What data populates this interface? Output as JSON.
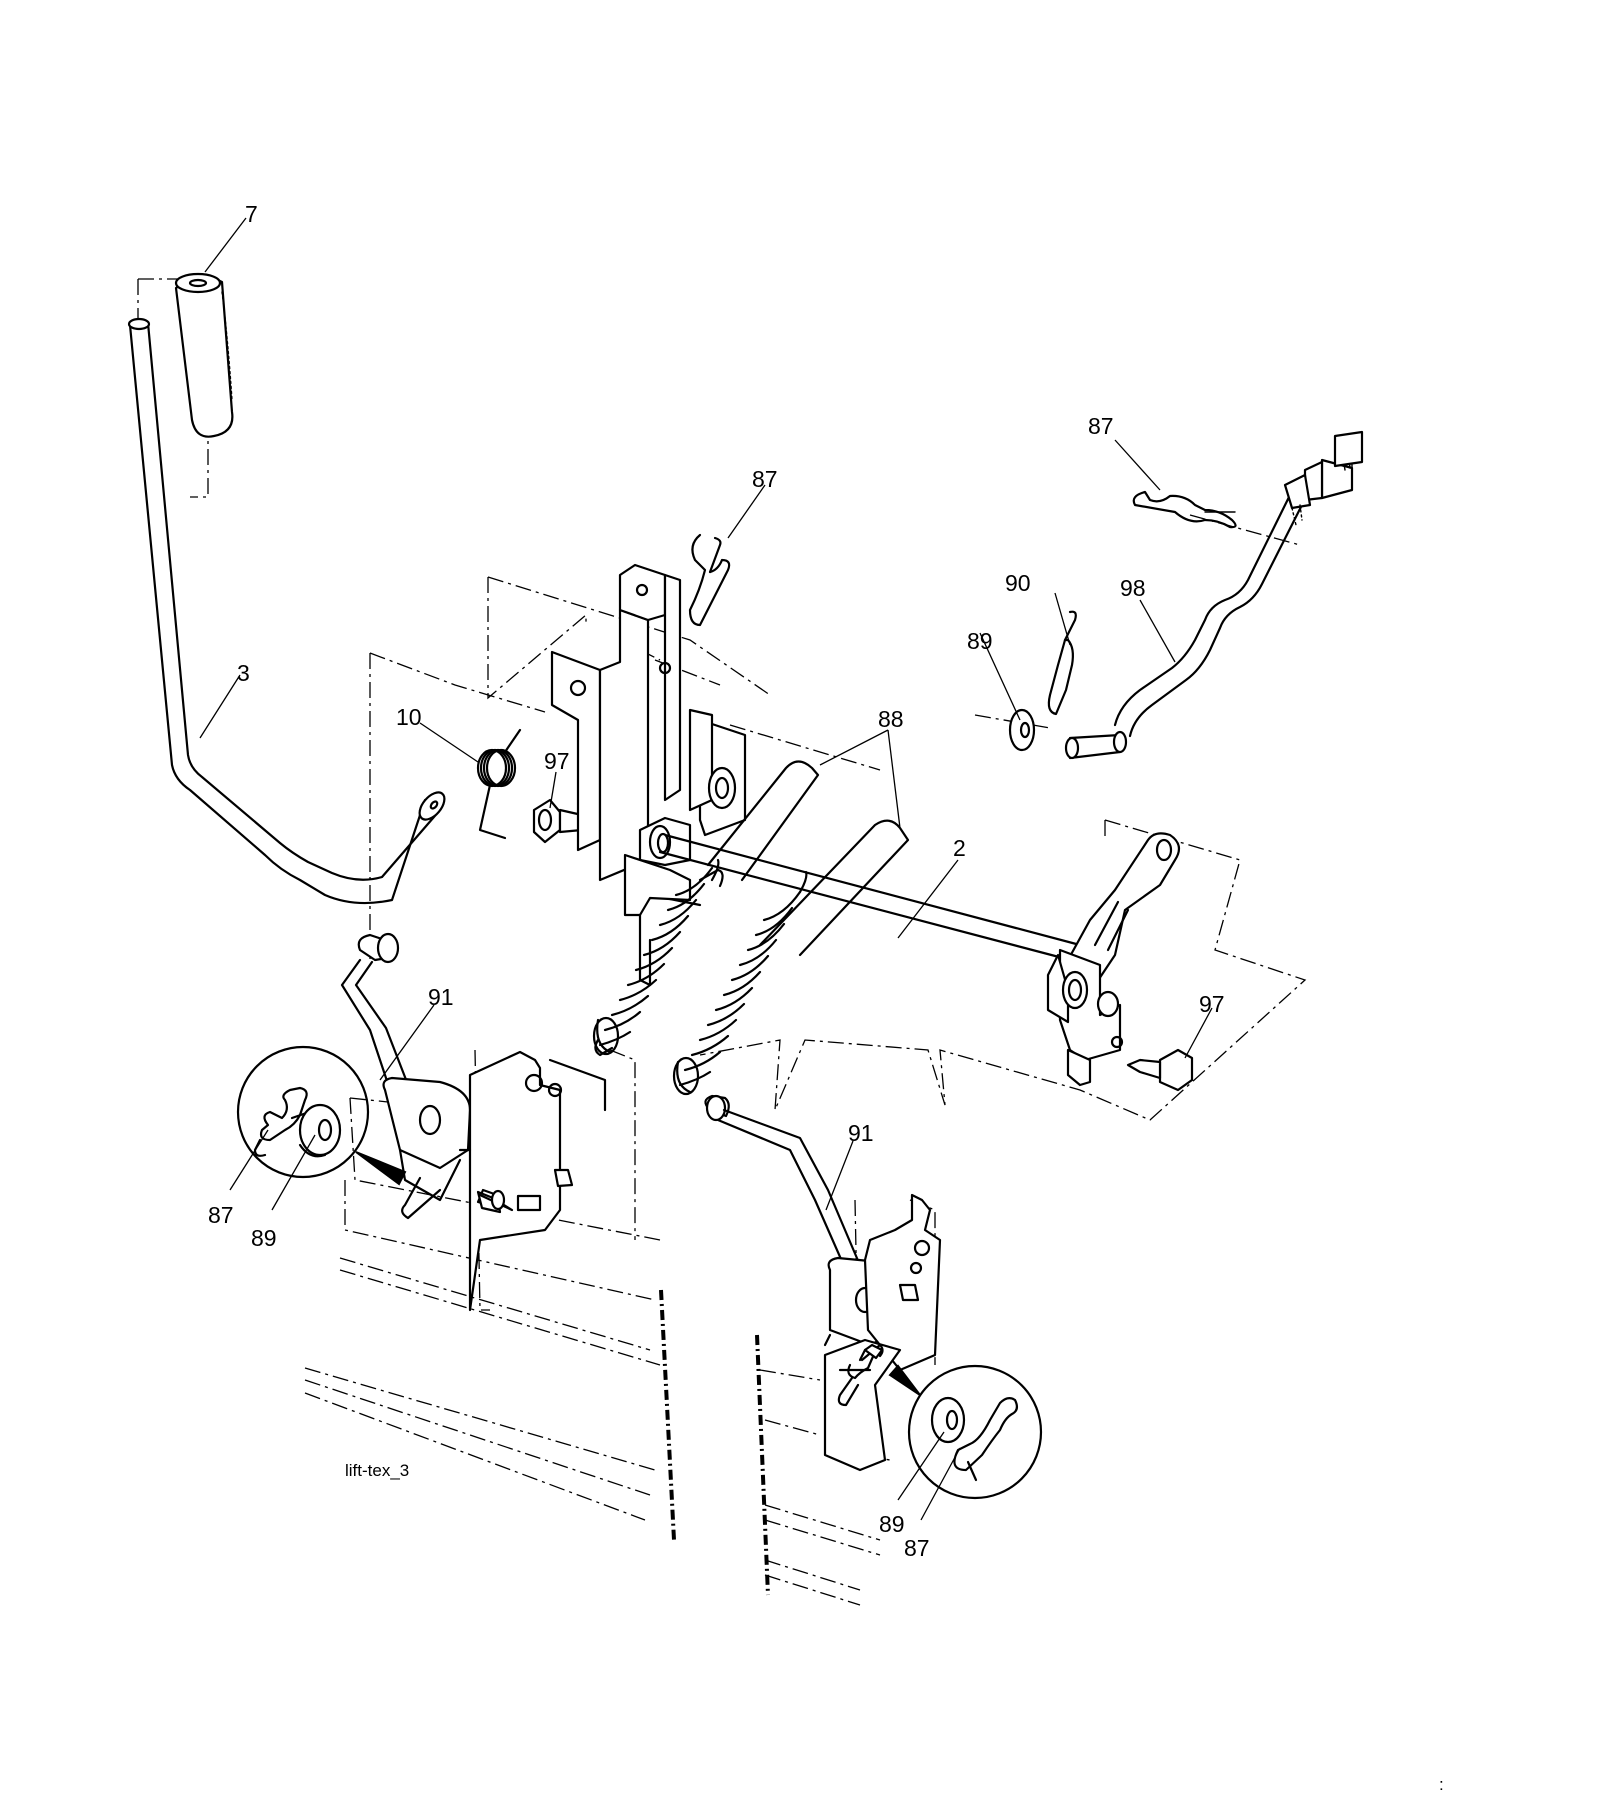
{
  "callouts": {
    "grip": "7",
    "lift_handle": "3",
    "hairpin_top": "87",
    "hairpin_right": "87",
    "hairpin_left_detail": "87",
    "hairpin_right_detail": "87",
    "torsion_spring": "10",
    "bolt_left": "97",
    "bolt_right": "97",
    "washer_right": "89",
    "washer_left_detail": "89",
    "washer_right_detail": "89",
    "cotter": "90",
    "adjuster_rod": "98",
    "extension_springs": "88",
    "lift_shaft": "2",
    "link_left": "91",
    "link_right": "91"
  },
  "caption": "lift-tex_3",
  "corner_mark": ":"
}
